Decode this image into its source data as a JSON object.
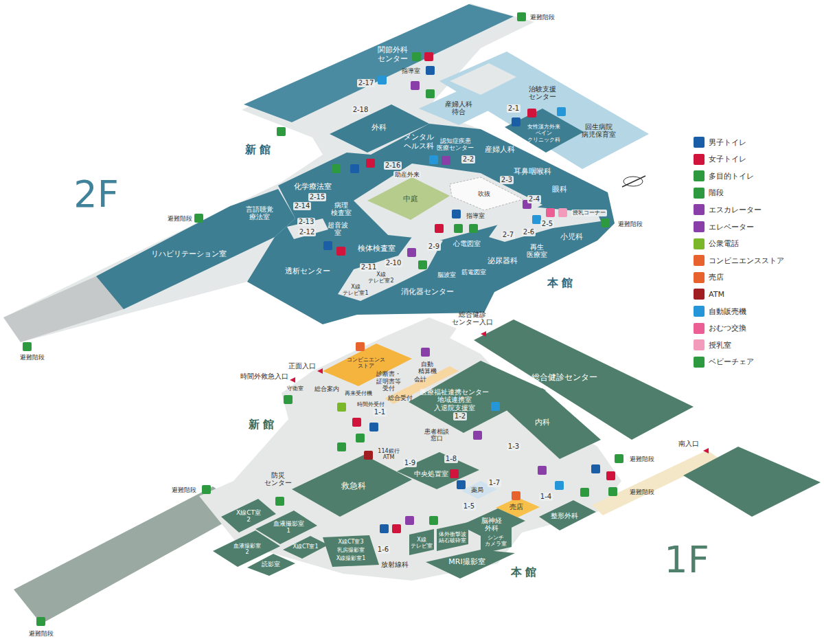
{
  "diagram": {
    "nodes": [
      {
        "text": [
          "関節外科 センター"
        ]
      },
      {
        "text": [
          "外科"
        ]
      },
      {
        "text": [
          "産婦人科 待合"
        ]
      },
      {
        "text": [
          "治験支援 センター"
        ]
      },
      {
        "text": [
          "回生病院 病児保育室"
        ]
      },
      {
        "text": [
          "女性漢方外来 ペイン クリニック科"
        ]
      },
      {
        "text": [
          "メンタル ヘルス科"
        ]
      },
      {
        "text": [
          "認知症疾患 医療センター"
        ]
      },
      {
        "text": [
          "産婦人科"
        ]
      },
      {
        "text": [
          "耳鼻咽喉科"
        ]
      },
      {
        "text": [
          "眼科"
        ]
      },
      {
        "text": [
          "化学療法室"
        ]
      },
      {
        "text": [
          "言語聴覚 療法室"
        ]
      },
      {
        "text": [
          "病理 検査室"
        ]
      },
      {
        "text": [
          "中庭"
        ]
      },
      {
        "text": [
          "吹抜"
        ]
      },
      {
        "text": [
          "超音波 室"
        ]
      },
      {
        "text": [
          "検体検査室"
        ]
      },
      {
        "text": [
          "心電図室"
        ]
      },
      {
        "text": [
          "小児科"
        ]
      },
      {
        "text": [
          "再生 医療室"
        ]
      },
      {
        "text": [
          "泌尿器科"
        ]
      },
      {
        "text": [
          "リハビリテーション室"
        ]
      },
      {
        "text": [
          "透析センター"
        ]
      },
      {
        "text": [
          "筋電図室"
        ]
      },
      {
        "text": [
          "脳波室"
        ]
      },
      {
        "text": [
          "X線 テレビ室2"
        ]
      },
      {
        "text": [
          "X線 テレビ室1"
        ]
      },
      {
        "text": [
          "消化器センター"
        ]
      },
      {
        "text": [
          "総合健診センター"
        ]
      },
      {
        "text": [
          "コンビニエンス ストア"
        ]
      },
      {
        "text": [
          "医療福祉連携センター 地域連携室 入退院支援室"
        ]
      },
      {
        "text": [
          "内科"
        ]
      },
      {
        "text": [
          "救急科"
        ]
      },
      {
        "text": [
          "中央処置室"
        ]
      },
      {
        "text": [
          "薬局"
        ]
      },
      {
        "text": [
          "防災 センター"
        ]
      },
      {
        "text": [
          "売店"
        ]
      },
      {
        "text": [
          "脳神経 外科"
        ]
      },
      {
        "text": [
          "整形外科"
        ]
      },
      {
        "text": [
          "X線CT室 2"
        ]
      },
      {
        "text": [
          "血液撮影室 1"
        ]
      },
      {
        "text": [
          "X線CT室3"
        ]
      },
      {
        "text": [
          "X線 テレビ室"
        ]
      },
      {
        "text": [
          "体外衝撃波 結石破砕室"
        ]
      },
      {
        "text": [
          "シンチ カメラ室"
        ]
      },
      {
        "text": [
          "X線CT室1"
        ]
      },
      {
        "text": [
          "乳房撮影室"
        ]
      },
      {
        "text": [
          "血液撮影室 2"
        ]
      },
      {
        "text": [
          "X線撮影室1"
        ]
      },
      {
        "text": [
          "MRI撮影室"
        ]
      },
      {
        "text": [
          "読影室"
        ]
      }
    ],
    "labels": [
      "2F",
      "避難階段",
      "指導室",
      "2-17",
      "2-18",
      "2-1",
      "新館",
      "2-16",
      "助産外来",
      "2-2",
      "2-3",
      "2-15",
      "2-4",
      "2-14",
      "避難階段",
      "指導室",
      "授乳コーナー",
      "2-5",
      "避難階段",
      "2-13",
      "2-12",
      "2-6",
      "2-7",
      "2-9",
      "2-10",
      "2-11",
      "本館",
      "避難階段",
      "総合健診 センター入口",
      "正面入口",
      "時間外救急入口",
      "自動 精算機",
      "診断書・ 証明書等 受付",
      "会計",
      "総合案内",
      "守衛室",
      "再来受付機",
      "総合受付",
      "時間外受付",
      "1-1",
      "1-2",
      "新館",
      "患者相談 窓口",
      "1-3",
      "南入口",
      "避難階段",
      "114銀行 ATM",
      "1-9",
      "1-8",
      "1-7",
      "避難階段",
      "1-5",
      "1-4",
      "避難階段",
      "1-6",
      "放射線科",
      "本館",
      "1F",
      "避難階段"
    ],
    "legend": [
      {
        "text": "男子トイレ",
        "color": "#1a5ea8"
      },
      {
        "text": "女子トイレ",
        "color": "#d0143c"
      },
      {
        "text": "多目的トイレ",
        "color": "#2e9a3f"
      },
      {
        "text": "階段",
        "color": "#2e9a3f"
      },
      {
        "text": "エスカレーター",
        "color": "#8a3fa8"
      },
      {
        "text": "エレベーター",
        "color": "#8a3fa8"
      },
      {
        "text": "公衆電話",
        "color": "#7ab829"
      },
      {
        "text": "コンビニエンスストア",
        "color": "#e8622e"
      },
      {
        "text": "売店",
        "color": "#e8622e"
      },
      {
        "text": "ATM",
        "color": "#a01e22"
      },
      {
        "text": "自動販売機",
        "color": "#2596d8"
      },
      {
        "text": "おむつ交換",
        "color": "#ec5f95"
      },
      {
        "text": "授乳室",
        "color": "#f29bbb"
      },
      {
        "text": "ベビーチェア",
        "color": "#2e9a3f"
      }
    ]
  }
}
